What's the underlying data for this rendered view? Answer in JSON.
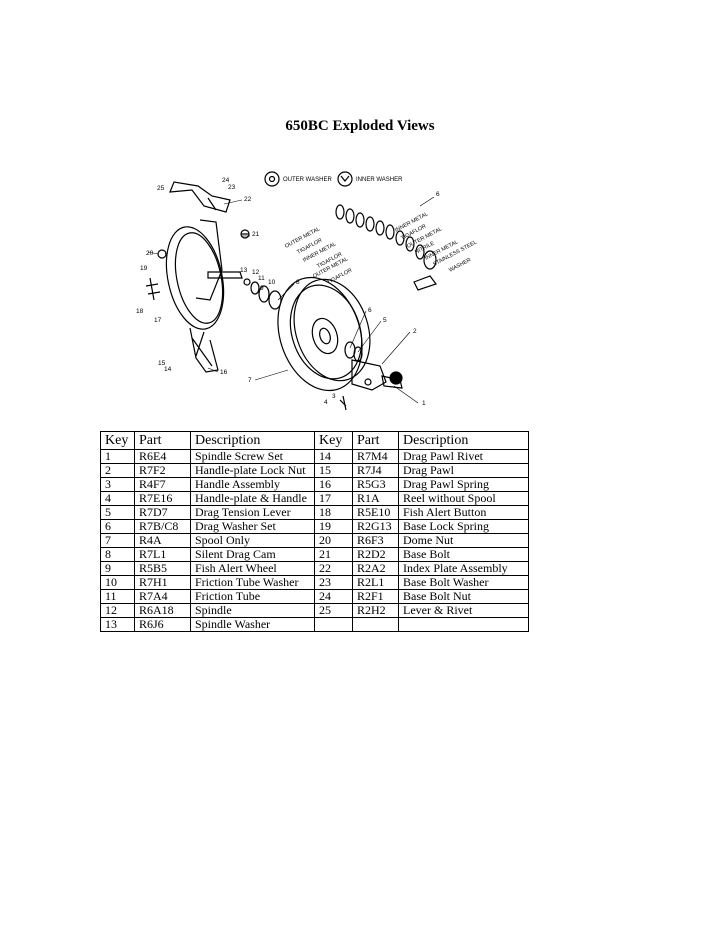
{
  "title": "650BC Exploded Views",
  "diagram": {
    "washer_legend": {
      "outer": "OUTER WASHER",
      "inner": "INNER WASHER"
    },
    "stack_labels_left": [
      "OUTER METAL",
      "TIGAFLOR",
      "INNER METAL",
      "TIGAFLOR",
      "OUTER METAL",
      "TIGAFLOR"
    ],
    "stack_labels_right": [
      "INNER METAL",
      "TIGAFLOR",
      "OUTER METAL",
      "NITRILE",
      "INNER METAL",
      "STAINLESS STEEL",
      "WASHER"
    ],
    "callouts": [
      "1",
      "2",
      "3",
      "4",
      "5",
      "6",
      "7",
      "8",
      "9",
      "10",
      "11",
      "12",
      "13",
      "14",
      "15",
      "16",
      "17",
      "18",
      "19",
      "20",
      "21",
      "22",
      "23",
      "24",
      "25",
      "6"
    ]
  },
  "table": {
    "headers": [
      "Key",
      "Part",
      "Description",
      "Key",
      "Part",
      "Description"
    ],
    "rows": [
      [
        "1",
        "R6E4",
        "Spindle Screw Set",
        "14",
        "R7M4",
        "Drag Pawl Rivet"
      ],
      [
        "2",
        "R7F2",
        "Handle-plate Lock Nut",
        "15",
        "R7J4",
        "Drag Pawl"
      ],
      [
        "3",
        "R4F7",
        "Handle Assembly",
        "16",
        "R5G3",
        "Drag Pawl Spring"
      ],
      [
        "4",
        "R7E16",
        "Handle-plate & Handle",
        "17",
        "R1A",
        "Reel without Spool"
      ],
      [
        "5",
        "R7D7",
        "Drag Tension Lever",
        "18",
        "R5E10",
        "Fish Alert Button"
      ],
      [
        "6",
        "R7B/C8",
        "Drag Washer Set",
        "19",
        "R2G13",
        "Base Lock Spring"
      ],
      [
        "7",
        "R4A",
        "Spool Only",
        "20",
        "R6F3",
        "Dome Nut"
      ],
      [
        "8",
        "R7L1",
        "Silent Drag Cam",
        "21",
        "R2D2",
        "Base Bolt"
      ],
      [
        "9",
        "R5B5",
        "Fish Alert Wheel",
        "22",
        "R2A2",
        "Index Plate Assembly"
      ],
      [
        "10",
        "R7H1",
        "Friction Tube Washer",
        "23",
        "R2L1",
        "Base Bolt Washer"
      ],
      [
        "11",
        "R7A4",
        "Friction Tube",
        "24",
        "R2F1",
        "Base Bolt Nut"
      ],
      [
        "12",
        "R6A18",
        "Spindle",
        "25",
        "R2H2",
        "Lever & Rivet"
      ],
      [
        "13",
        "R6J6",
        "Spindle Washer",
        "",
        "",
        ""
      ]
    ]
  }
}
